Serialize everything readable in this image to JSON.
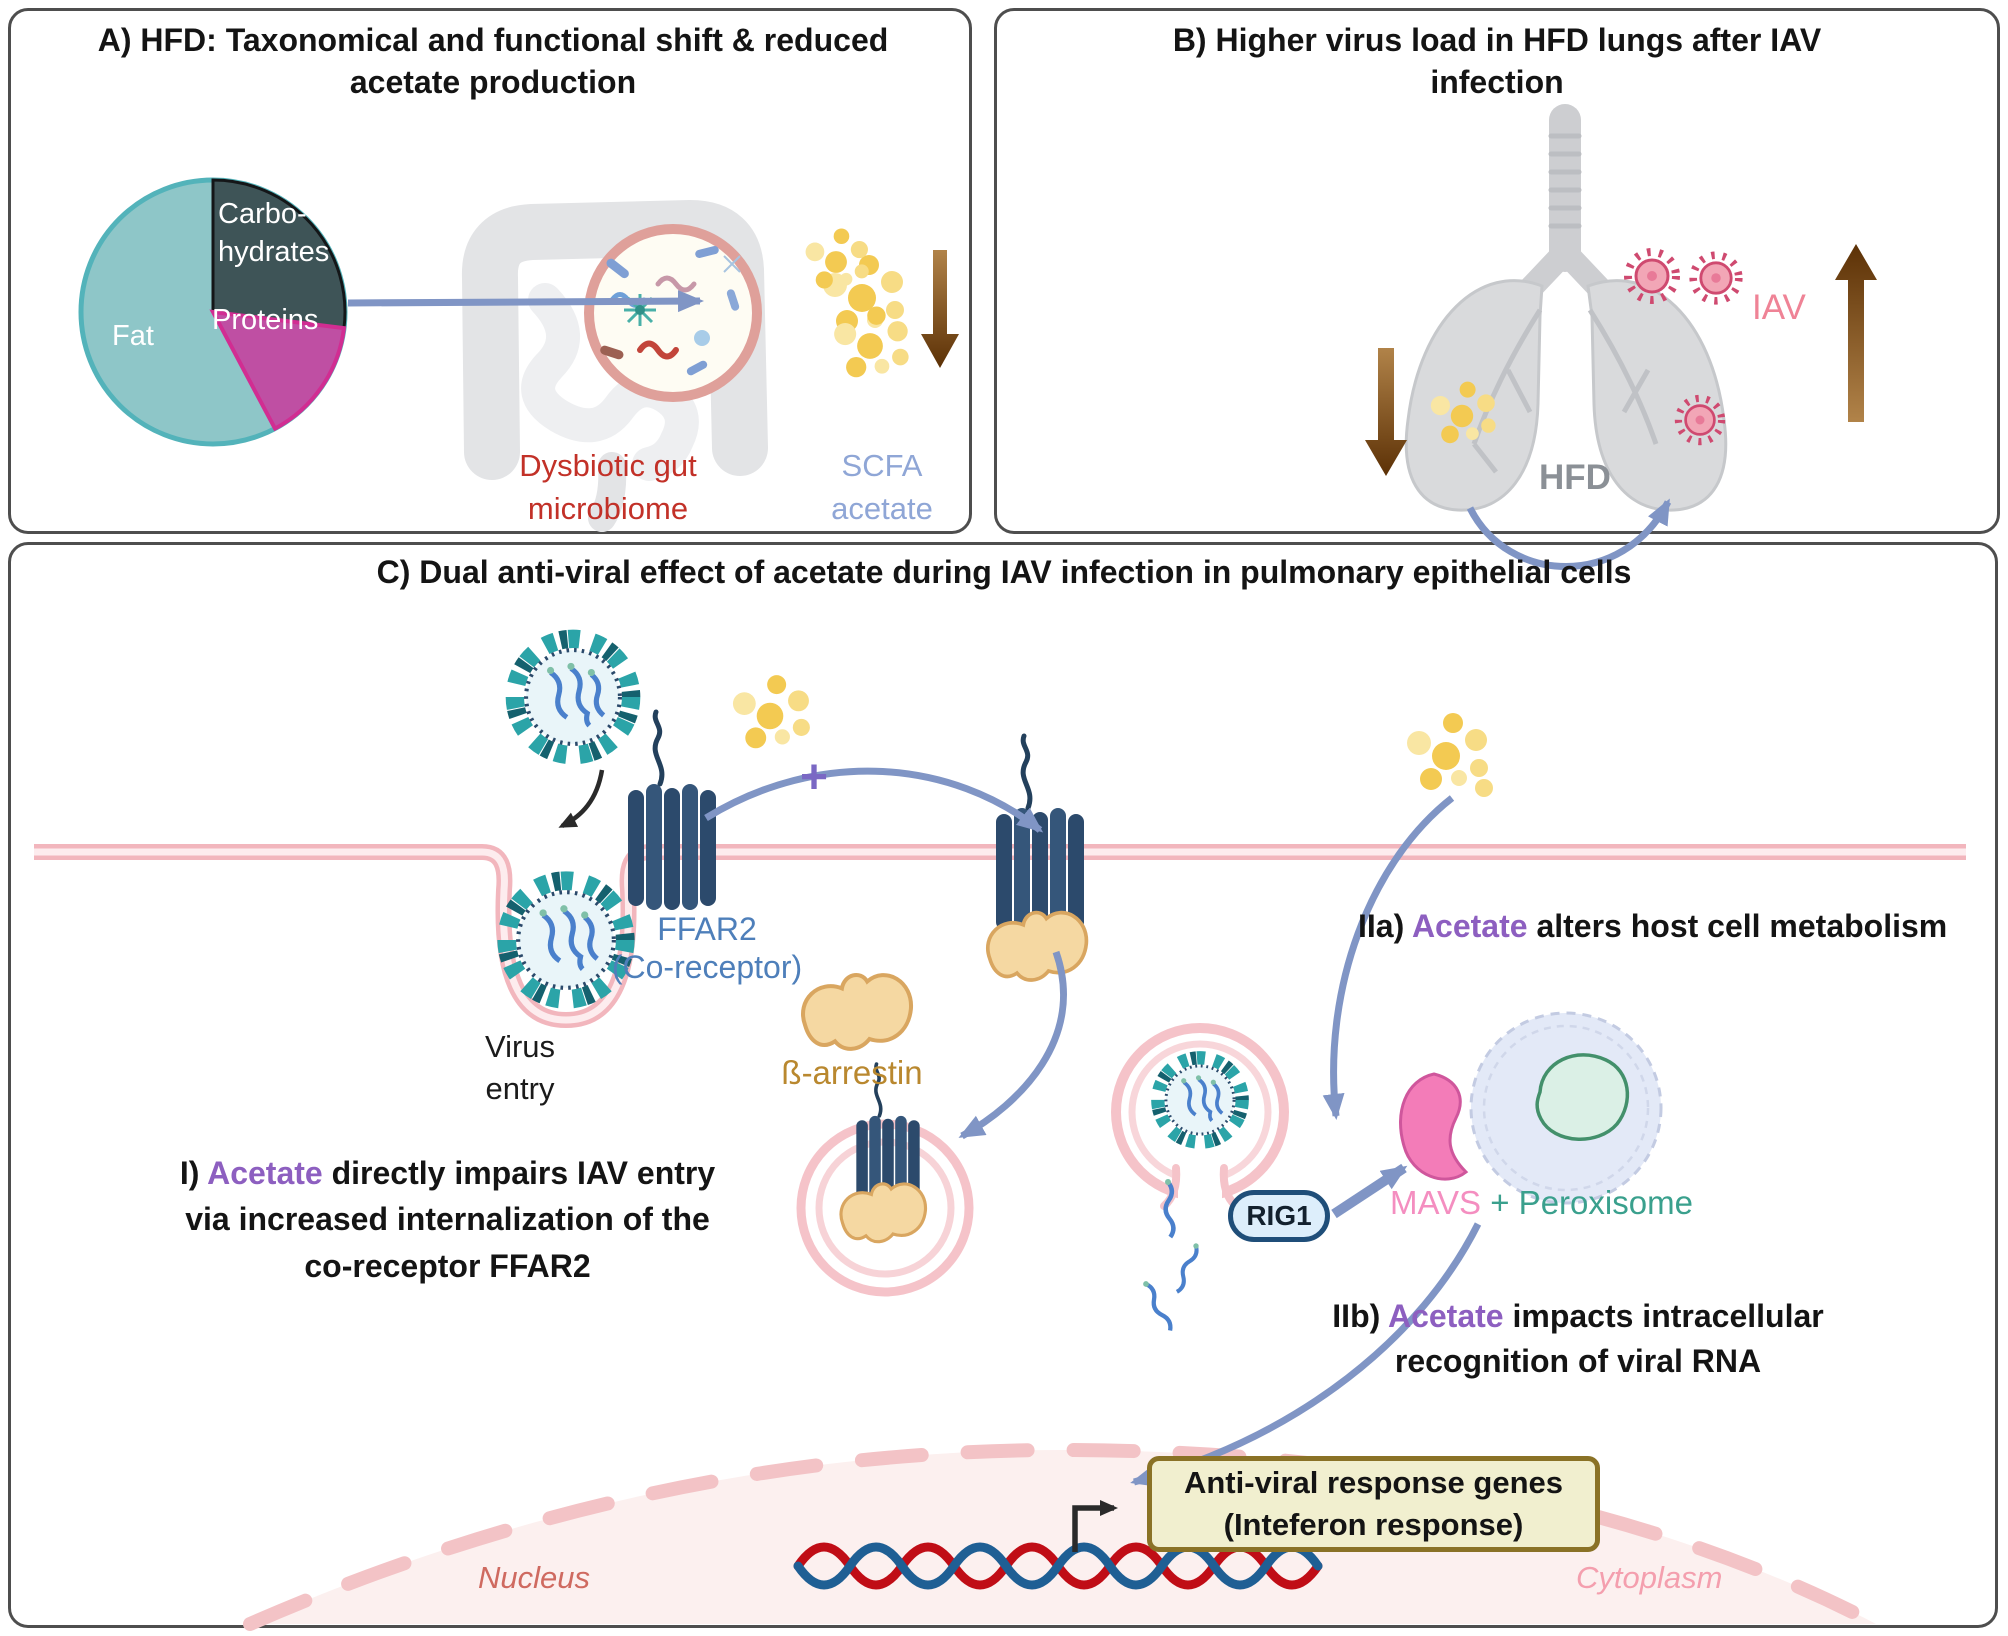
{
  "panel_a": {
    "title": "A) HFD: Taxonomical and functional shift & reduced\nacetate production",
    "pie": {
      "type": "pie",
      "slices": [
        {
          "label": "Fat",
          "estimated_percent": 57,
          "color": "#8ec6c8"
        },
        {
          "label": "Carbo-\nhydrates",
          "estimated_percent": 26,
          "color": "#3e5457"
        },
        {
          "label": "Proteins",
          "estimated_percent": 17,
          "color": "#bf4fa3"
        }
      ]
    },
    "dysbiotic_label": "Dysbiotic gut\nmicrobiome",
    "scfa_label": "SCFA\nacetate"
  },
  "panel_b": {
    "title": "B) Higher virus load in HFD lungs after IAV\ninfection",
    "iav_label": "IAV",
    "hfd_label": "HFD"
  },
  "panel_c": {
    "title": "C) Dual anti-viral effect of acetate during IAV infection in pulmonary epithelial cells",
    "ffar2_label": "FFAR2\n(Co-receptor)",
    "virus_entry_label": "Virus\nentry",
    "arrestin_label": "ß-arrestin",
    "plus_sign": "+",
    "point_i": {
      "prefix": "I) ",
      "highlight": "Acetate",
      "rest": " directly impairs IAV entry via increased internalization of the co-receptor FFAR2"
    },
    "point_iia": {
      "prefix": "IIa) ",
      "highlight": "Acetate",
      "rest": " alters host cell metabolism"
    },
    "point_iib": {
      "prefix": "IIb) ",
      "highlight": "Acetate",
      "rest": " impacts intracellular recognition of viral RNA"
    },
    "rig1_label": "RIG1",
    "mavs_label": "MAVS",
    "peroxisome_label": " + Peroxisome",
    "genes_box_label": "Anti-viral response genes\n(Inteferon response)",
    "nucleus_label": "Nucleus",
    "cytoplasm_label": "Cytoplasm"
  },
  "colors": {
    "acetate_text_purple": "#8d5fc0",
    "dysbiotic_red": "#c23128",
    "scfa_blue": "#8fa6d6",
    "ffar2_blue": "#4e7fba",
    "arrestin_gold": "#b9882f",
    "mavs_pink": "#f48ec0",
    "peroxisome_teal": "#3aa08d",
    "iav_pink": "#ef8396",
    "hfd_gray": "#8b9096",
    "membrane_pink": "#f2b6bd",
    "acetate_dot_yellow": "#f3ca52",
    "arrow_blue": "#8095c5",
    "arrow_brown": "#5c3106",
    "genes_box_fill": "#f1efcf",
    "genes_box_border": "#8a7226"
  }
}
